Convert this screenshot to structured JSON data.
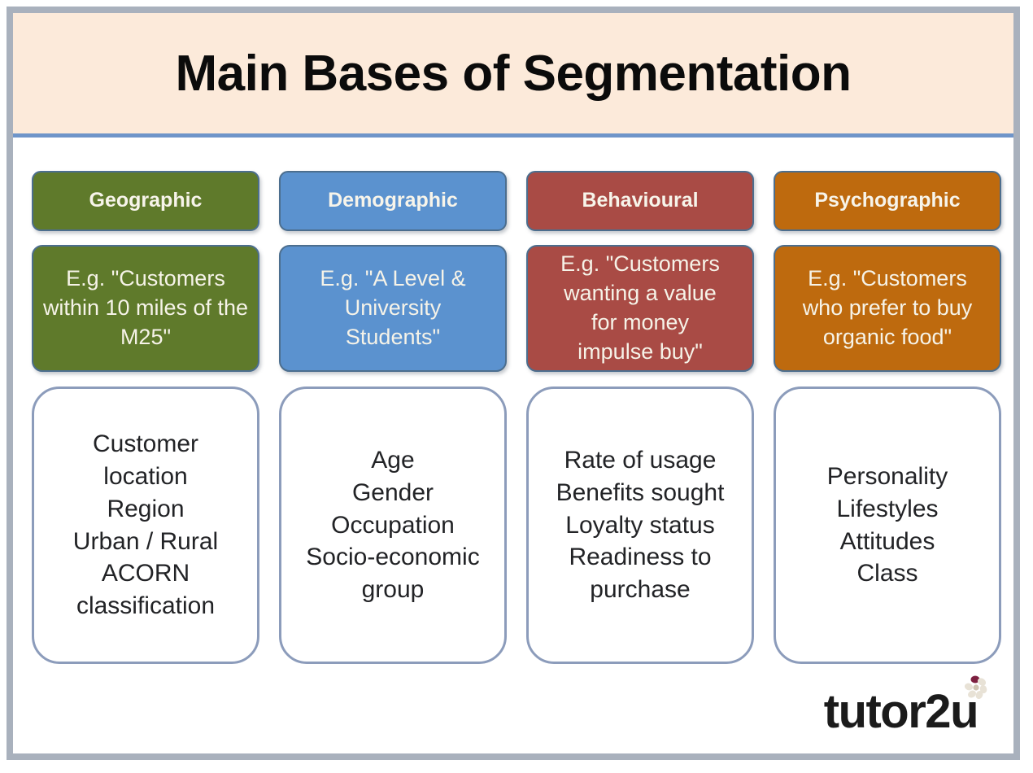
{
  "slide": {
    "title": "Main Bases of Segmentation",
    "banner_bg": "#fceada",
    "rule_color": "#6f95c9",
    "frame_color": "#a9b1bd"
  },
  "columns": [
    {
      "id": "geographic",
      "header": "Geographic",
      "color": "#5f7a2b",
      "example": "E.g. \"Customers within 10 miles of the M25\"",
      "details": "Customer\nlocation\nRegion\nUrban / Rural\nACORN\nclassification"
    },
    {
      "id": "demographic",
      "header": "Demographic",
      "color": "#5b92cf",
      "example": "E.g. \"A Level &\nUniversity\nStudents\"",
      "details": "Age\nGender\nOccupation\nSocio-economic\ngroup"
    },
    {
      "id": "behavioural",
      "header": "Behavioural",
      "color": "#a94b45",
      "example": "E.g. \"Customers\nwanting a value\nfor money\nimpulse buy\"",
      "details": "Rate of usage\nBenefits sought\nLoyalty status\nReadiness to\npurchase"
    },
    {
      "id": "psychographic",
      "header": "Psychographic",
      "color": "#be6a0e",
      "example": "E.g. \"Customers\nwho prefer to buy\norganic food\"",
      "details": "Personality\nLifestyles\nAttitudes\nClass"
    }
  ],
  "logo": {
    "word": "tutor2u",
    "flower_petal_color": "#7d2040",
    "flower_body_color": "#e8e2d6"
  }
}
